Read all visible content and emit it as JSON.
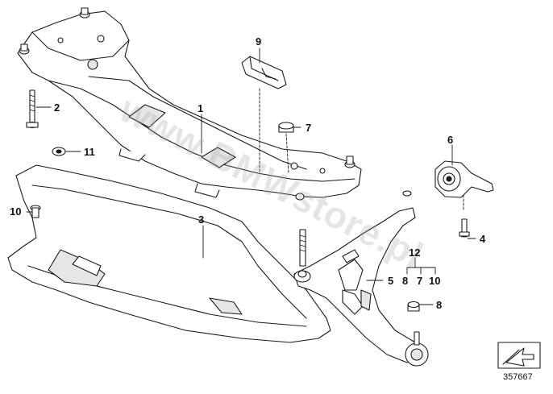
{
  "diagram": {
    "callouts": {
      "c1": "1",
      "c2": "2",
      "c3": "3",
      "c4": "4",
      "c5": "5",
      "c6": "6",
      "c7a": "7",
      "c8a": "8",
      "c9": "9",
      "c10a": "10",
      "c11": "11",
      "c12": "12",
      "c8b": "8",
      "c7b": "7",
      "c10b": "10"
    },
    "watermark": "www.BMWstore.pl",
    "reference_number": "357667",
    "colors": {
      "line": "#1a1a1a",
      "fill": "#ffffff",
      "shade": "#e6e6e6",
      "watermark": "#a0a0a0"
    }
  }
}
